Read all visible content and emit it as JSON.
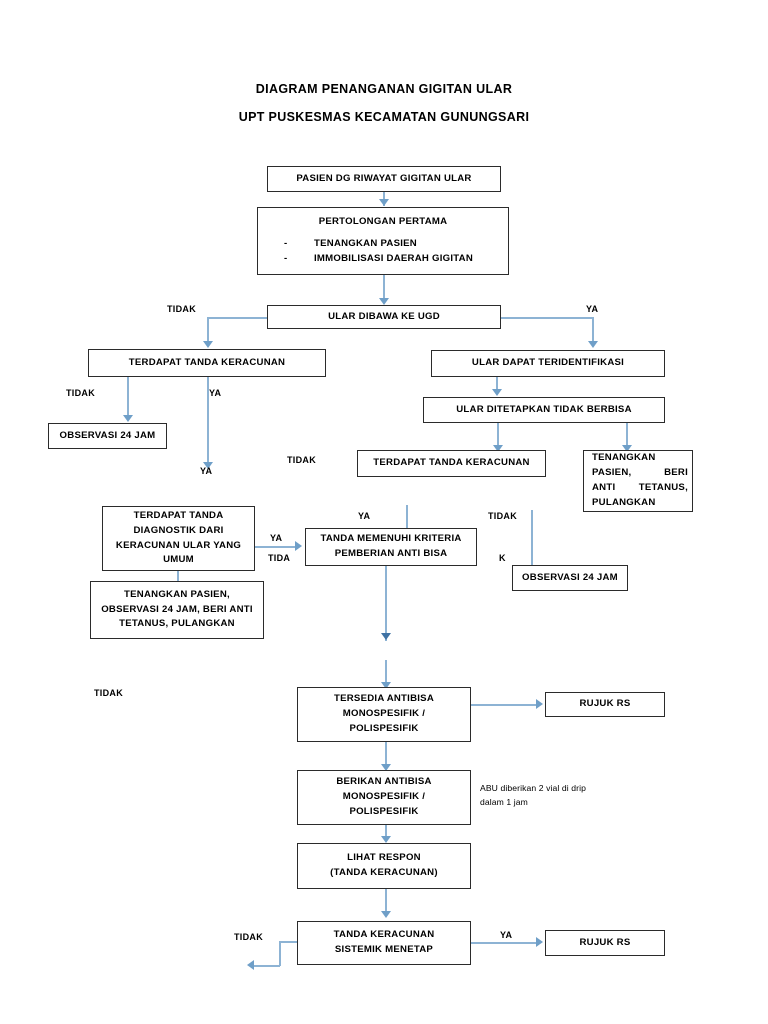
{
  "document": {
    "title_line1": "DIAGRAM PENANGANAN GIGITAN ULAR",
    "title_line2": "UPT PUSKESMAS KECAMATAN GUNUNGSARI"
  },
  "colors": {
    "connector_light": "#8db3d4",
    "connector_dark": "#4a7fae",
    "box_border": "#2b2b2b",
    "text": "#000000",
    "background": "#ffffff"
  },
  "nodes": {
    "start": {
      "text": "PASIEN DG RIWAYAT GIGITAN ULAR"
    },
    "first_aid": {
      "heading": "PERTOLONGAN PERTAMA",
      "bullet_dash": "-",
      "items": [
        "TENANGKAN PASIEN",
        "IMMOBILISASI DAERAH GIGITAN"
      ]
    },
    "snake_brought": {
      "text": "ULAR DIBAWA KE UGD"
    },
    "poison_signs_left": {
      "text": "TERDAPAT TANDA KERACUNAN"
    },
    "snake_identified": {
      "text": "ULAR DAPAT TERIDENTIFIKASI"
    },
    "observation_24_left": {
      "text": "OBSERVASI 24 JAM"
    },
    "snake_nonvenomous": {
      "text": "ULAR DITETAPKAN TIDAK BERBISA"
    },
    "poison_signs_mid": {
      "text": "TERDAPAT TANDA KERACUNAN"
    },
    "calm_tetanus": {
      "line1": "TENANGKAN",
      "line2": "PASIEN,        BERI",
      "line3": "ANTI     TETANUS,",
      "line4": "PULANGKAN"
    },
    "diagnostic_signs": {
      "line1": "TERDAPAT TANDA",
      "line2": "DIAGNOSTIK DARI",
      "line3": "KERACUNAN ULAR YANG",
      "line4": "UMUM"
    },
    "calm_observe_tetanus": {
      "line1": "TENANGKAN PASIEN,",
      "line2": "OBSERVASI 24 JAM, BERI ANTI",
      "line3": "TETANUS, PULANGKAN"
    },
    "criteria_antivenom": {
      "line1": "TANDA MEMENUHI KRITERIA",
      "line2": "PEMBERIAN ANTI BISA"
    },
    "observation_24_right": {
      "text": "OBSERVASI 24 JAM"
    },
    "antivenom_available": {
      "line1": "TERSEDIA ANTIBISA",
      "line2": "MONOSPESIFIK /",
      "line3": "POLISPESIFIK"
    },
    "refer_hospital_top": {
      "text": "RUJUK RS"
    },
    "give_antivenom": {
      "line1": "BERIKAN ANTIBISA",
      "line2": "MONOSPESIFIK /",
      "line3": "POLISPESIFIK"
    },
    "see_response": {
      "line1": "LIHAT RESPON",
      "line2": "(TANDA KERACUNAN)"
    },
    "systemic_persist": {
      "line1": "TANDA KERACUNAN",
      "line2": "SISTEMIK MENETAP"
    },
    "refer_hospital_bottom": {
      "text": "RUJUK RS"
    }
  },
  "edge_labels": {
    "ugd_no": "TIDAK",
    "ugd_yes": "YA",
    "poison_left_no": "TIDAK",
    "poison_left_yes": "YA",
    "poison_left_yes_end": "YA",
    "nonvenom_no": "TIDAK",
    "diagnostic_yes": "YA",
    "diagnostic_tida": "TIDA",
    "criteria_yes": "YA",
    "criteria_no": "TIDAK",
    "criteria_k": "K",
    "available_no": "TIDAK",
    "systemic_no": "TIDAK",
    "systemic_yes": "YA"
  },
  "annotations": {
    "abu_note_line1": "ABU diberikan 2 vial di drip",
    "abu_note_line2": "dalam 1 jam"
  }
}
